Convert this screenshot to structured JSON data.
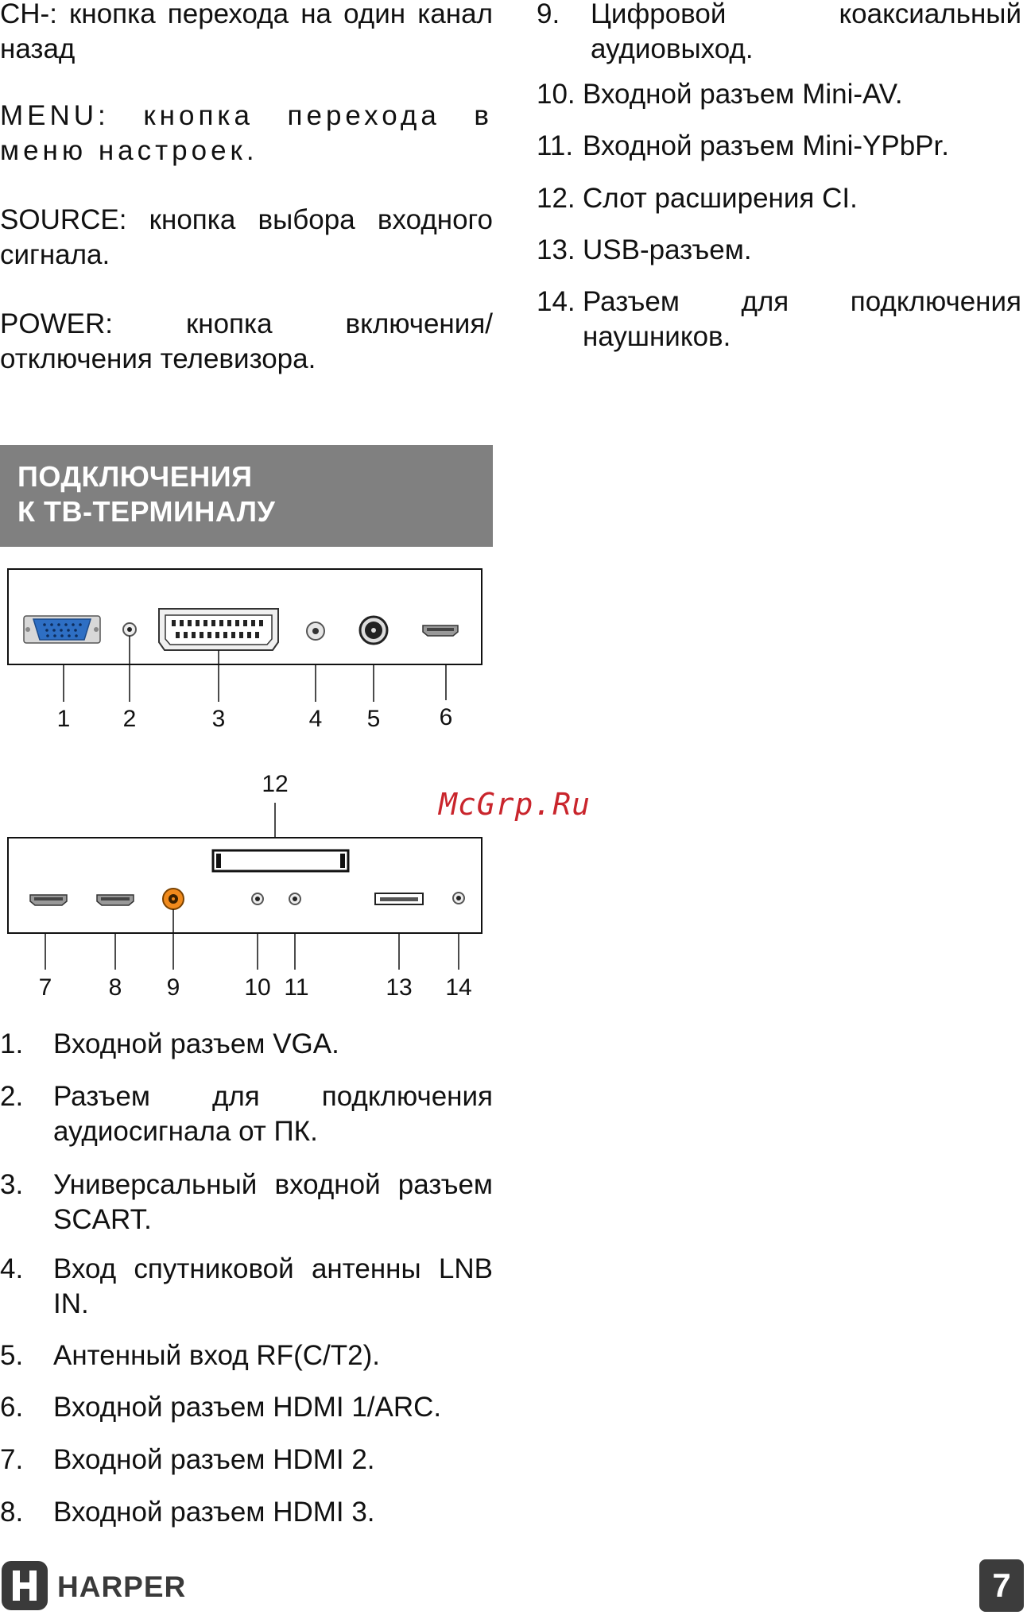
{
  "buttons": [
    {
      "text": "CH-: кнопка перехода на один канал назад"
    },
    {
      "text": "MENU: кнопка перехода в меню настроек."
    },
    {
      "text": "SOURCE: кнопка выбора входного сигнала."
    },
    {
      "text": "POWER: кнопка включения/отключения телевизора."
    }
  ],
  "right_list": [
    {
      "num": "9.",
      "text": "Цифровой коаксиальный аудиовыход."
    },
    {
      "num": "10.",
      "text": "Входной разъем Mini-AV."
    },
    {
      "num": "11.",
      "text": "Входной разъем Mini-YPbPr."
    },
    {
      "num": "12.",
      "text": "Слот расширения CI."
    },
    {
      "num": "13.",
      "text": "USB-разъем."
    },
    {
      "num": "14.",
      "text": "Разъем для подключения наушников."
    }
  ],
  "section": {
    "line1": "ПОДКЛЮЧЕНИЯ",
    "line2": "К ТВ-ТЕРМИНАЛУ"
  },
  "diagram_top": {
    "labels": [
      "1",
      "2",
      "3",
      "4",
      "5",
      "6"
    ]
  },
  "diagram_bottom": {
    "labels": [
      "7",
      "8",
      "9",
      "10",
      "11",
      "13",
      "14"
    ],
    "slot_label": "12"
  },
  "left_list": [
    {
      "num": "1.",
      "text": "Входной разъем VGA."
    },
    {
      "num": "2.",
      "text": "Разъем для подключения аудиосигнала от ПК."
    },
    {
      "num": "3.",
      "text": "Универсальный входной разъем SCART."
    },
    {
      "num": "4.",
      "text": "Вход спутниковой антенны LNB IN."
    },
    {
      "num": "5.",
      "text": "Антенный вход RF(C/T2)."
    },
    {
      "num": "6.",
      "text": "Входной разъем HDMI 1/ARC."
    },
    {
      "num": "7.",
      "text": "Входной разъем HDMI 2."
    },
    {
      "num": "8.",
      "text": "Входной разъем HDMI 3."
    }
  ],
  "watermark": "McGrp.Ru",
  "footer": {
    "brand": "HARPER",
    "page_number": "7"
  },
  "colors": {
    "header_bg": "#808080",
    "vga_blue": "#2e6fc4",
    "coax_orange": "#f08a1c",
    "watermark_red": "#c9252c",
    "page_badge": "#3c3c3c"
  }
}
